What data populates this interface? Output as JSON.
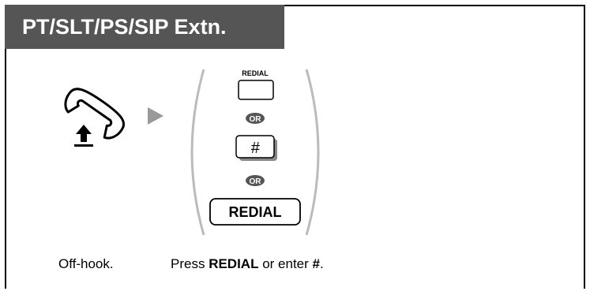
{
  "title": "PT/SLT/PS/SIP Extn.",
  "step1": {
    "icon": "handset-off-hook-icon",
    "caption": "Off-hook."
  },
  "step2": {
    "options": {
      "small_button_label": "REDIAL",
      "or_1": "OR",
      "hash_key": "#",
      "or_2": "OR",
      "large_button_label": "REDIAL"
    },
    "caption_prefix": "Press ",
    "caption_key1": "REDIAL",
    "caption_middle": " or enter ",
    "caption_key2": "#",
    "caption_suffix": "."
  },
  "colors": {
    "title_bg": "#555555",
    "title_text": "#ffffff",
    "arrow": "#999999",
    "brackets": "#bbbbbb",
    "or_badge": "#555555"
  }
}
